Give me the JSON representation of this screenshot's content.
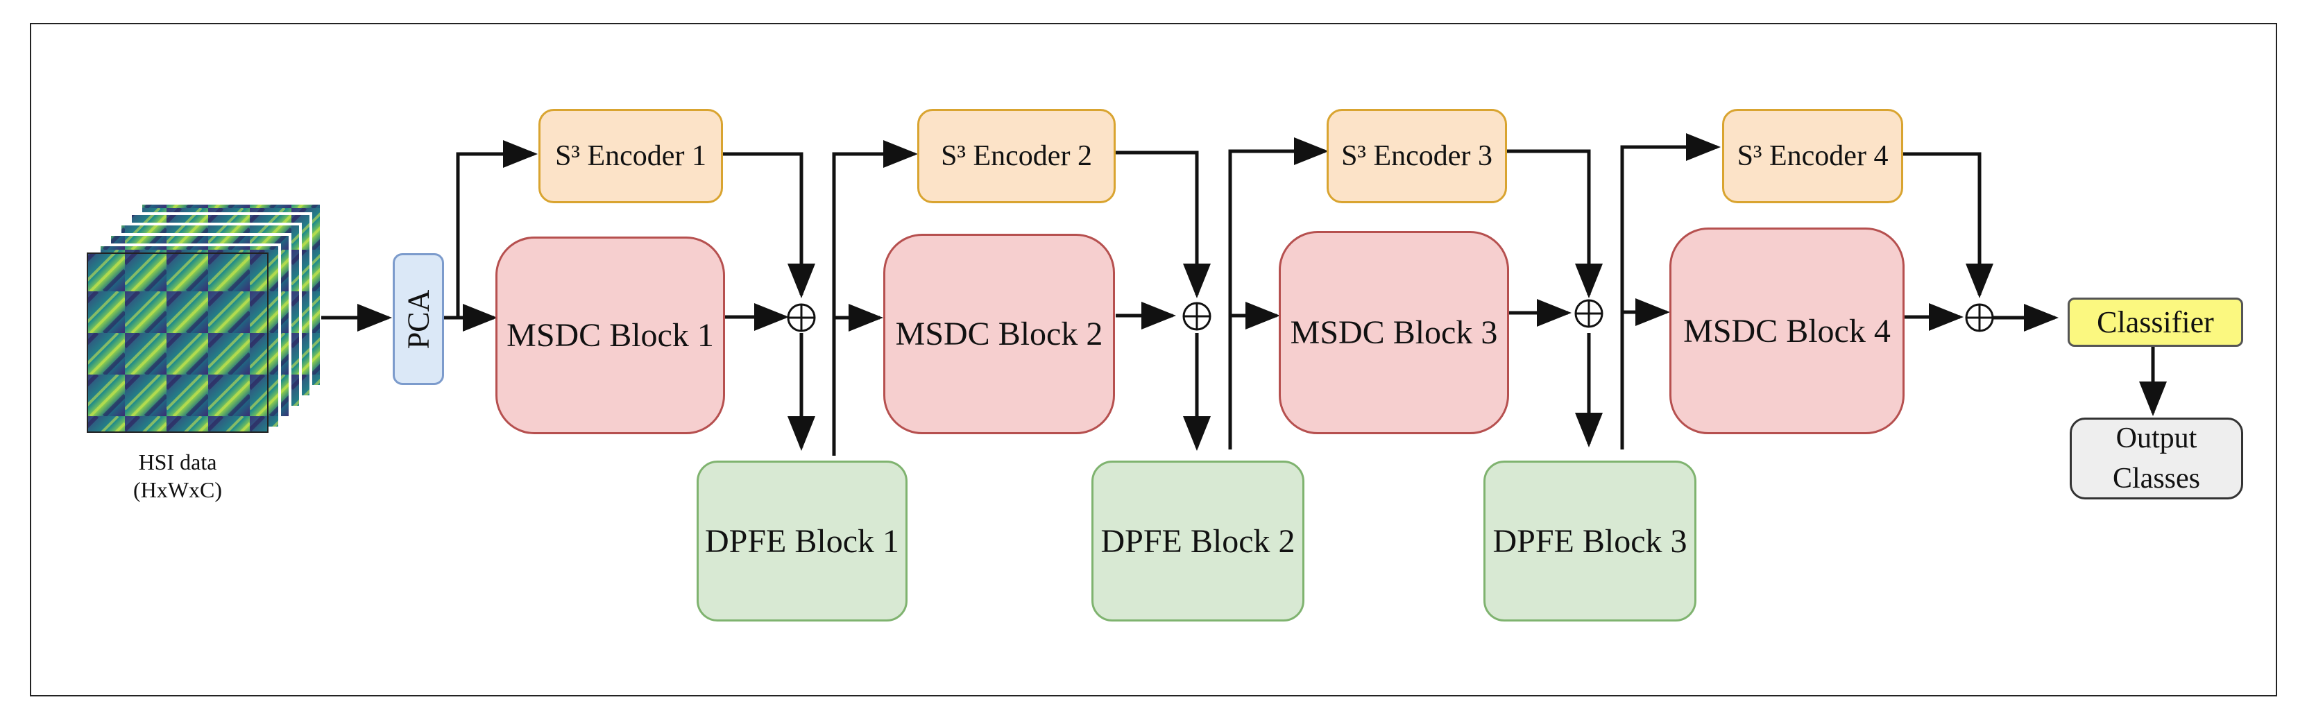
{
  "input": {
    "label_line1": "HSI data",
    "label_line2": "(HxWxC)"
  },
  "pca": {
    "label": "PCA"
  },
  "encoders": [
    {
      "label": "S³ Encoder 1"
    },
    {
      "label": "S³ Encoder 2"
    },
    {
      "label": "S³ Encoder 3"
    },
    {
      "label": "S³ Encoder 4"
    }
  ],
  "msdc_blocks": [
    {
      "label": "MSDC Block 1"
    },
    {
      "label": "MSDC Block 2"
    },
    {
      "label": "MSDC Block 3"
    },
    {
      "label": "MSDC Block 4"
    }
  ],
  "dpfe_blocks": [
    {
      "label": "DPFE Block 1"
    },
    {
      "label": "DPFE Block 2"
    },
    {
      "label": "DPFE Block 3"
    }
  ],
  "classifier": {
    "label": "Classifier"
  },
  "output": {
    "line1": "Output",
    "line2": "Classes"
  },
  "sum_symbol": "⊕",
  "colors": {
    "encoder_fill": "#fce3c8",
    "encoder_border": "#d9a430",
    "msdc_fill": "#f6cfcf",
    "msdc_border": "#b6504f",
    "dpfe_fill": "#d8e9d3",
    "dpfe_border": "#7fb36f",
    "pca_fill": "#dbe8f7",
    "classifier_fill": "#fbf880",
    "output_fill": "#eeeeee"
  }
}
